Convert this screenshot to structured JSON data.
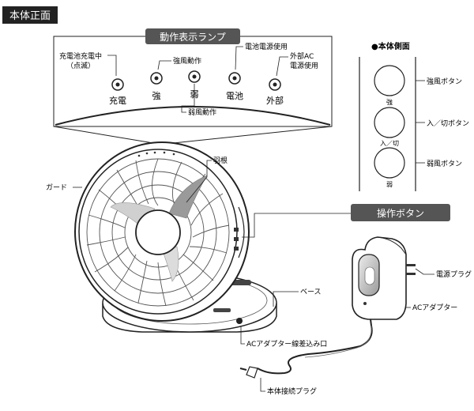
{
  "section_title": "本体正面",
  "side_title": "●本体側面",
  "lamp_panel": {
    "title": "動作表示ランプ",
    "lamps": [
      {
        "label": "充電"
      },
      {
        "label": "強"
      },
      {
        "label": "弱"
      },
      {
        "label": "電池"
      },
      {
        "label": "外部"
      }
    ],
    "annotations": {
      "charging": "充電池充電中",
      "charging_sub": "（点滅）",
      "strong_op": "強風動作",
      "battery_use": "電池電源使用",
      "external_1": "外部AC",
      "external_2": "電源使用",
      "weak_op": "弱風動作"
    }
  },
  "side_panel": {
    "buttons": [
      {
        "caption": "強",
        "callout": "強風ボタン"
      },
      {
        "caption": "入／切",
        "callout": "入／切ボタン"
      },
      {
        "caption": "弱",
        "callout": "弱風ボタン"
      }
    ]
  },
  "fan_labels": {
    "blade": "羽根",
    "guard": "ガード",
    "buttons": "操作ボタン",
    "base": "ベース",
    "ac_inlet": "ACアダプター線差込み口",
    "plug_body": "本体接続プラグ"
  },
  "adapter_labels": {
    "power_plug": "電源プラグ",
    "adapter": "ACアダプター"
  }
}
